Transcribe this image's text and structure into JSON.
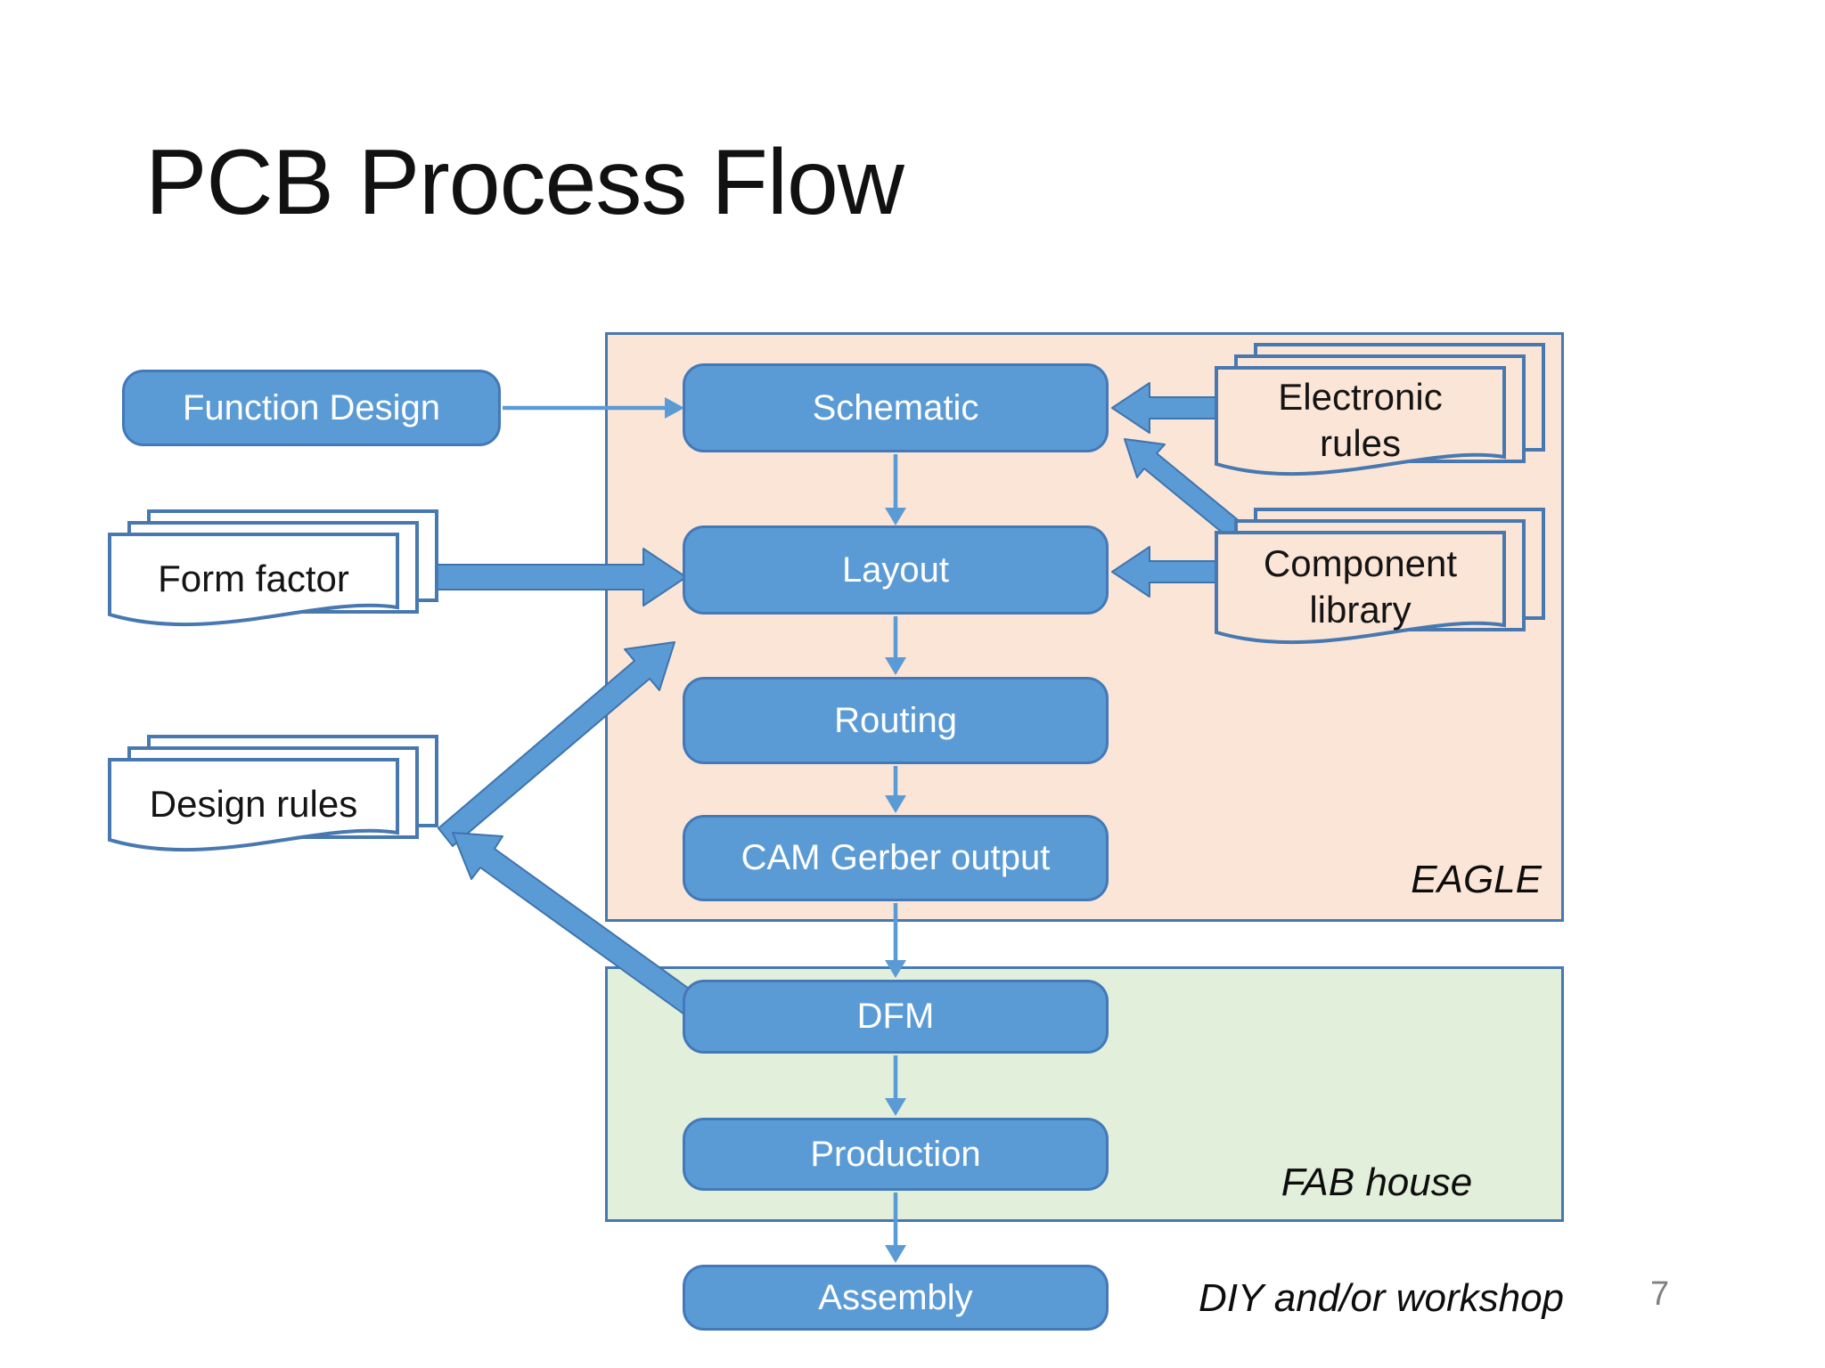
{
  "title": "PCB Process Flow",
  "page_number": "7",
  "boxes": {
    "function_design": "Function Design",
    "schematic": "Schematic",
    "layout": "Layout",
    "routing": "Routing",
    "cam_gerber": "CAM Gerber output",
    "dfm": "DFM",
    "production": "Production",
    "assembly": "Assembly"
  },
  "documents": {
    "form_factor": "Form factor",
    "design_rules": "Design rules",
    "electronic_rules": "Electronic rules",
    "component_library": "Component library"
  },
  "region_labels": {
    "eagle": "EAGLE",
    "fab_house": "FAB house",
    "diy": "DIY and/or workshop"
  },
  "colors": {
    "process_box_fill": "#5B9BD5",
    "process_box_border": "#4379B8",
    "eagle_region_fill": "#FBE5D6",
    "fab_region_fill": "#E2EFDA",
    "region_border": "#4878B0",
    "document_fill_white": "#FFFFFF",
    "document_fill_peach": "#FBE5D6",
    "arrow": "#5B9BD5",
    "title_color": "#111111",
    "page_number_color": "#808080"
  }
}
